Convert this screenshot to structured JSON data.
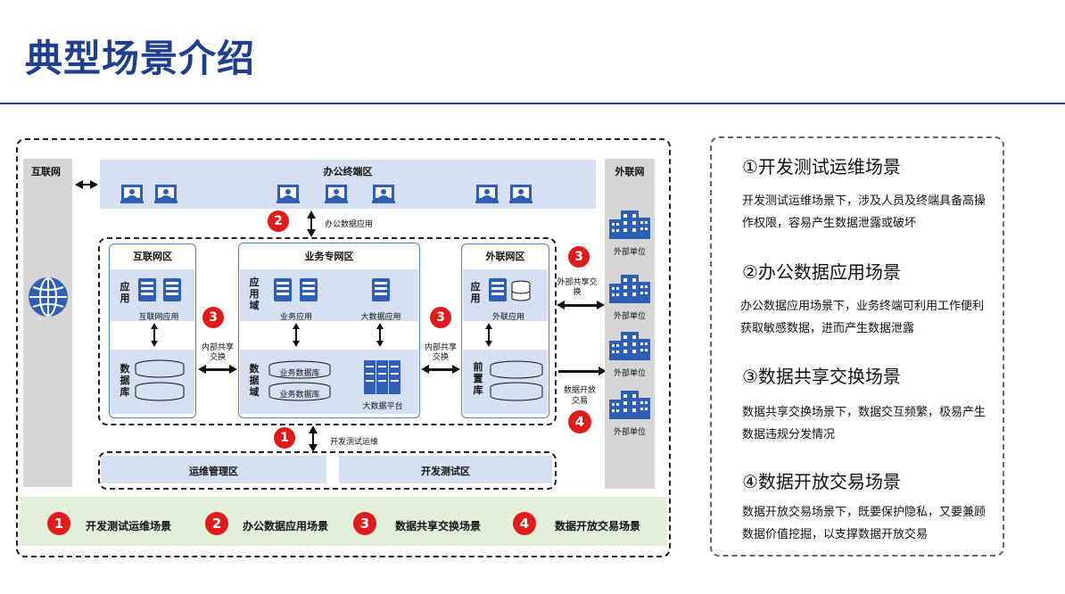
{
  "title": "典型场景介绍",
  "diagram": {
    "internet_col": "互联网",
    "extranet_col": "外联网",
    "office_band": "办公终端区",
    "office_data_app": "办公数据应用",
    "internet_zone": {
      "title": "互联网区",
      "app_label": "应用",
      "app_name": "互联网应用",
      "db_label": "数据库"
    },
    "biz_zone": {
      "title": "业务专网区",
      "app_domain": "应用域",
      "biz_app": "业务应用",
      "bigdata_app": "大数据应用",
      "data_domain": "数据域",
      "biz_db1": "业务数据库",
      "biz_db2": "业务数据库",
      "bigdata_platform": "大数据平台"
    },
    "extranet_zone": {
      "title": "外联网区",
      "app_label": "应用",
      "app_name": "外联应用",
      "front_db": "前置库"
    },
    "internal_exchange_left": "内部共享交换",
    "internal_exchange_right": "内部共享交换",
    "external_exchange": "外部共享交换",
    "data_open_trade": "数据开放交易",
    "external_unit": "外部单位",
    "dev_test_ops": "开发测试运维",
    "ops_mgmt_zone": "运维管理区",
    "dev_test_zone": "开发测试区",
    "badges": [
      "1",
      "2",
      "3",
      "4"
    ]
  },
  "legend": [
    {
      "num": "1",
      "label": "开发测试运维场景"
    },
    {
      "num": "2",
      "label": "办公数据应用场景"
    },
    {
      "num": "3",
      "label": "数据共享交换场景"
    },
    {
      "num": "4",
      "label": "数据开放交易场景"
    }
  ],
  "scenarios": [
    {
      "heading": "①开发测试运维场景",
      "text": "开发测试运维场景下，涉及人员及终端具备高操作权限，容易产生数据泄露或破坏"
    },
    {
      "heading": "②办公数据应用场景",
      "text": "办公数据应用场景下，业务终端可利用工作便利获取敏感数据，进而产生数据泄露"
    },
    {
      "heading": "③数据共享交换场景",
      "text": "数据共享交换场景下，数据交互频繁，极易产生数据违规分发情况"
    },
    {
      "heading": "④数据开放交易场景",
      "text": "数据开放交易场景下，既要保护隐私，又要兼顾数据价值挖掘，以支撑数据开放交易"
    }
  ],
  "colors": {
    "title_blue": "#1f3f8f",
    "badge_red": "#e11b1b",
    "icon_blue": "#2f5fb5",
    "band_blue": "#d6e0f2",
    "legend_green": "#e2efda"
  }
}
